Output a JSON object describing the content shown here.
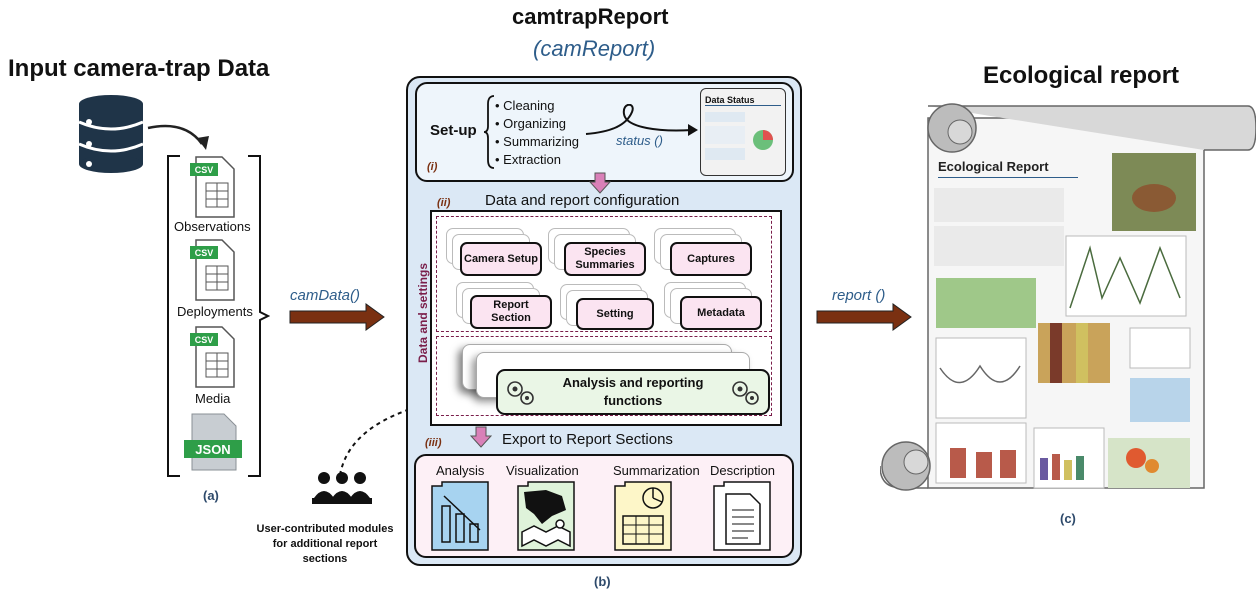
{
  "left": {
    "title": "Input camera-trap Data",
    "files": [
      "Observations",
      "Deployments",
      "Media"
    ],
    "csv_label": "CSV",
    "json_label": "JSON",
    "panel_label": "(a)",
    "user_note": [
      "User-contributed modules",
      "for additional report",
      "sections"
    ]
  },
  "arrows": {
    "camdata": "camData()",
    "report": "report ()"
  },
  "center": {
    "title": "camtrapReport",
    "subtitle": "(camReport)",
    "setup": {
      "label": "Set-up",
      "items": [
        "Cleaning",
        "Organizing",
        "Summarizing",
        "Extraction"
      ],
      "status_fn": "status ()",
      "status_doc": "Data Status",
      "marker": "(i)"
    },
    "config": {
      "marker": "(ii)",
      "title": "Data and report configuration",
      "side_label": "Data and settings",
      "modules": [
        "Camera Setup",
        "Species Summaries",
        "Captures",
        "Report Section",
        "Setting",
        "Metadata"
      ],
      "functions": [
        "Analysis and reporting",
        "functions"
      ]
    },
    "export": {
      "marker": "(iii)",
      "title": "Export to Report Sections",
      "sections": [
        "Analysis",
        "Visualization",
        "Summarization",
        "Description"
      ]
    },
    "panel_label": "(b)"
  },
  "right": {
    "title": "Ecological report",
    "doc_title": "Ecological Report",
    "panel_label": "(c)"
  }
}
